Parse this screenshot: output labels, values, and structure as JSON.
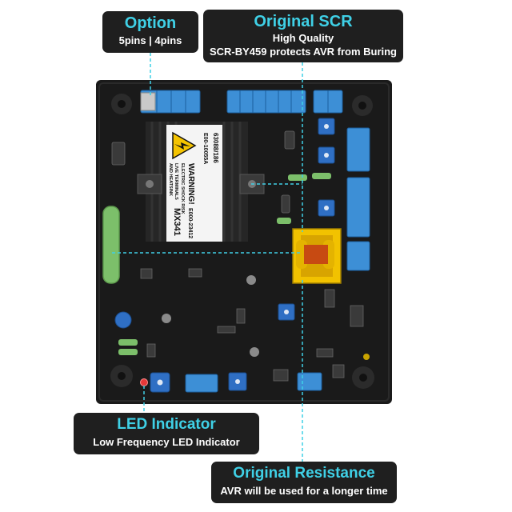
{
  "callouts": {
    "option": {
      "title": "Option",
      "subtitle": "5pins | 4pins"
    },
    "scr": {
      "title": "Original SCR",
      "line1": "High Quality",
      "line2": "SCR-BY459 protects AVR from Buring"
    },
    "led": {
      "title": "LED Indicator",
      "subtitle": "Low Frequency LED  Indicator"
    },
    "resistance": {
      "title": "Original Resistance",
      "subtitle": "AVR will be used for a longer time"
    }
  },
  "label": {
    "serial": "63088/186",
    "part": "E00-10055A",
    "warning": "WARNING!",
    "risk": "ELECTRIC SHOCK RISK",
    "live1": "LIVE TERMINALS",
    "live2": "AND HEATSINK",
    "code": "E000-23412",
    "model": "MX341"
  },
  "colors": {
    "accent": "#3fd0e6",
    "callout_bg": "#1f1f1f",
    "board": "#1a1a1a",
    "terminal": "#3d8fd6",
    "transformer": "#f2c200",
    "resistor": "#7cbf6a"
  }
}
